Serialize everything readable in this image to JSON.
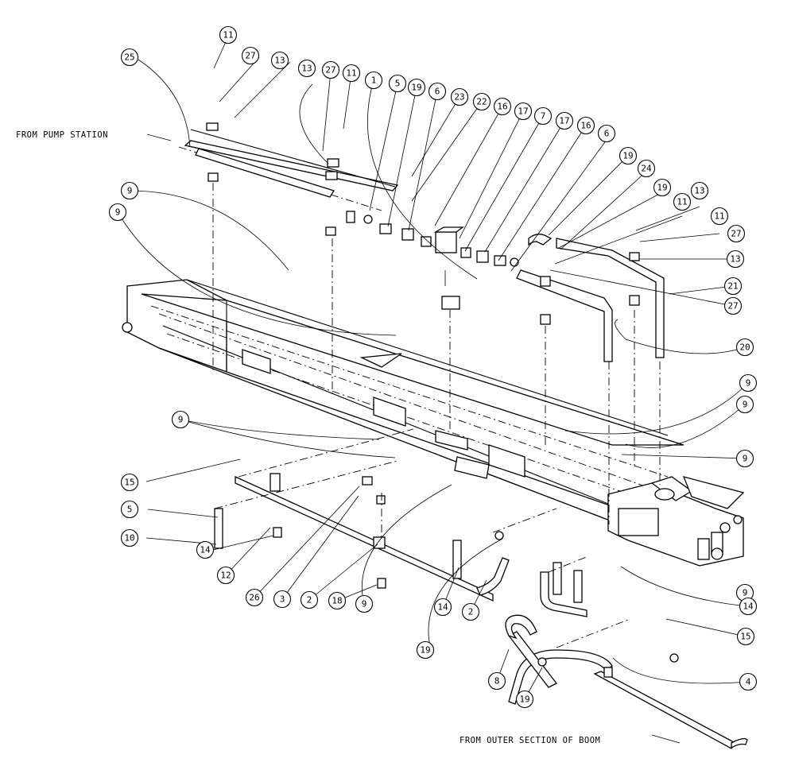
{
  "notes": {
    "from_pump": "FROM PUMP STATION",
    "from_outer": "FROM OUTER SECTION OF BOOM"
  },
  "callouts": [
    {
      "label": "25"
    },
    {
      "label": "11"
    },
    {
      "label": "27"
    },
    {
      "label": "13"
    },
    {
      "label": "13"
    },
    {
      "label": "27"
    },
    {
      "label": "11"
    },
    {
      "label": "1"
    },
    {
      "label": "5"
    },
    {
      "label": "19"
    },
    {
      "label": "6"
    },
    {
      "label": "23"
    },
    {
      "label": "22"
    },
    {
      "label": "16"
    },
    {
      "label": "17"
    },
    {
      "label": "7"
    },
    {
      "label": "17"
    },
    {
      "label": "16"
    },
    {
      "label": "6"
    },
    {
      "label": "19"
    },
    {
      "label": "24"
    },
    {
      "label": "19"
    },
    {
      "label": "11"
    },
    {
      "label": "13"
    },
    {
      "label": "11"
    },
    {
      "label": "27"
    },
    {
      "label": "13"
    },
    {
      "label": "21"
    },
    {
      "label": "27"
    },
    {
      "label": "20"
    },
    {
      "label": "9"
    },
    {
      "label": "9"
    },
    {
      "label": "9"
    },
    {
      "label": "9"
    },
    {
      "label": "9"
    },
    {
      "label": "9"
    },
    {
      "label": "9"
    },
    {
      "label": "15"
    },
    {
      "label": "5"
    },
    {
      "label": "10"
    },
    {
      "label": "14"
    },
    {
      "label": "12"
    },
    {
      "label": "26"
    },
    {
      "label": "3"
    },
    {
      "label": "2"
    },
    {
      "label": "18"
    },
    {
      "label": "9"
    },
    {
      "label": "14"
    },
    {
      "label": "2"
    },
    {
      "label": "19"
    },
    {
      "label": "14"
    },
    {
      "label": "15"
    },
    {
      "label": "4"
    },
    {
      "label": "8"
    },
    {
      "label": "19"
    }
  ]
}
